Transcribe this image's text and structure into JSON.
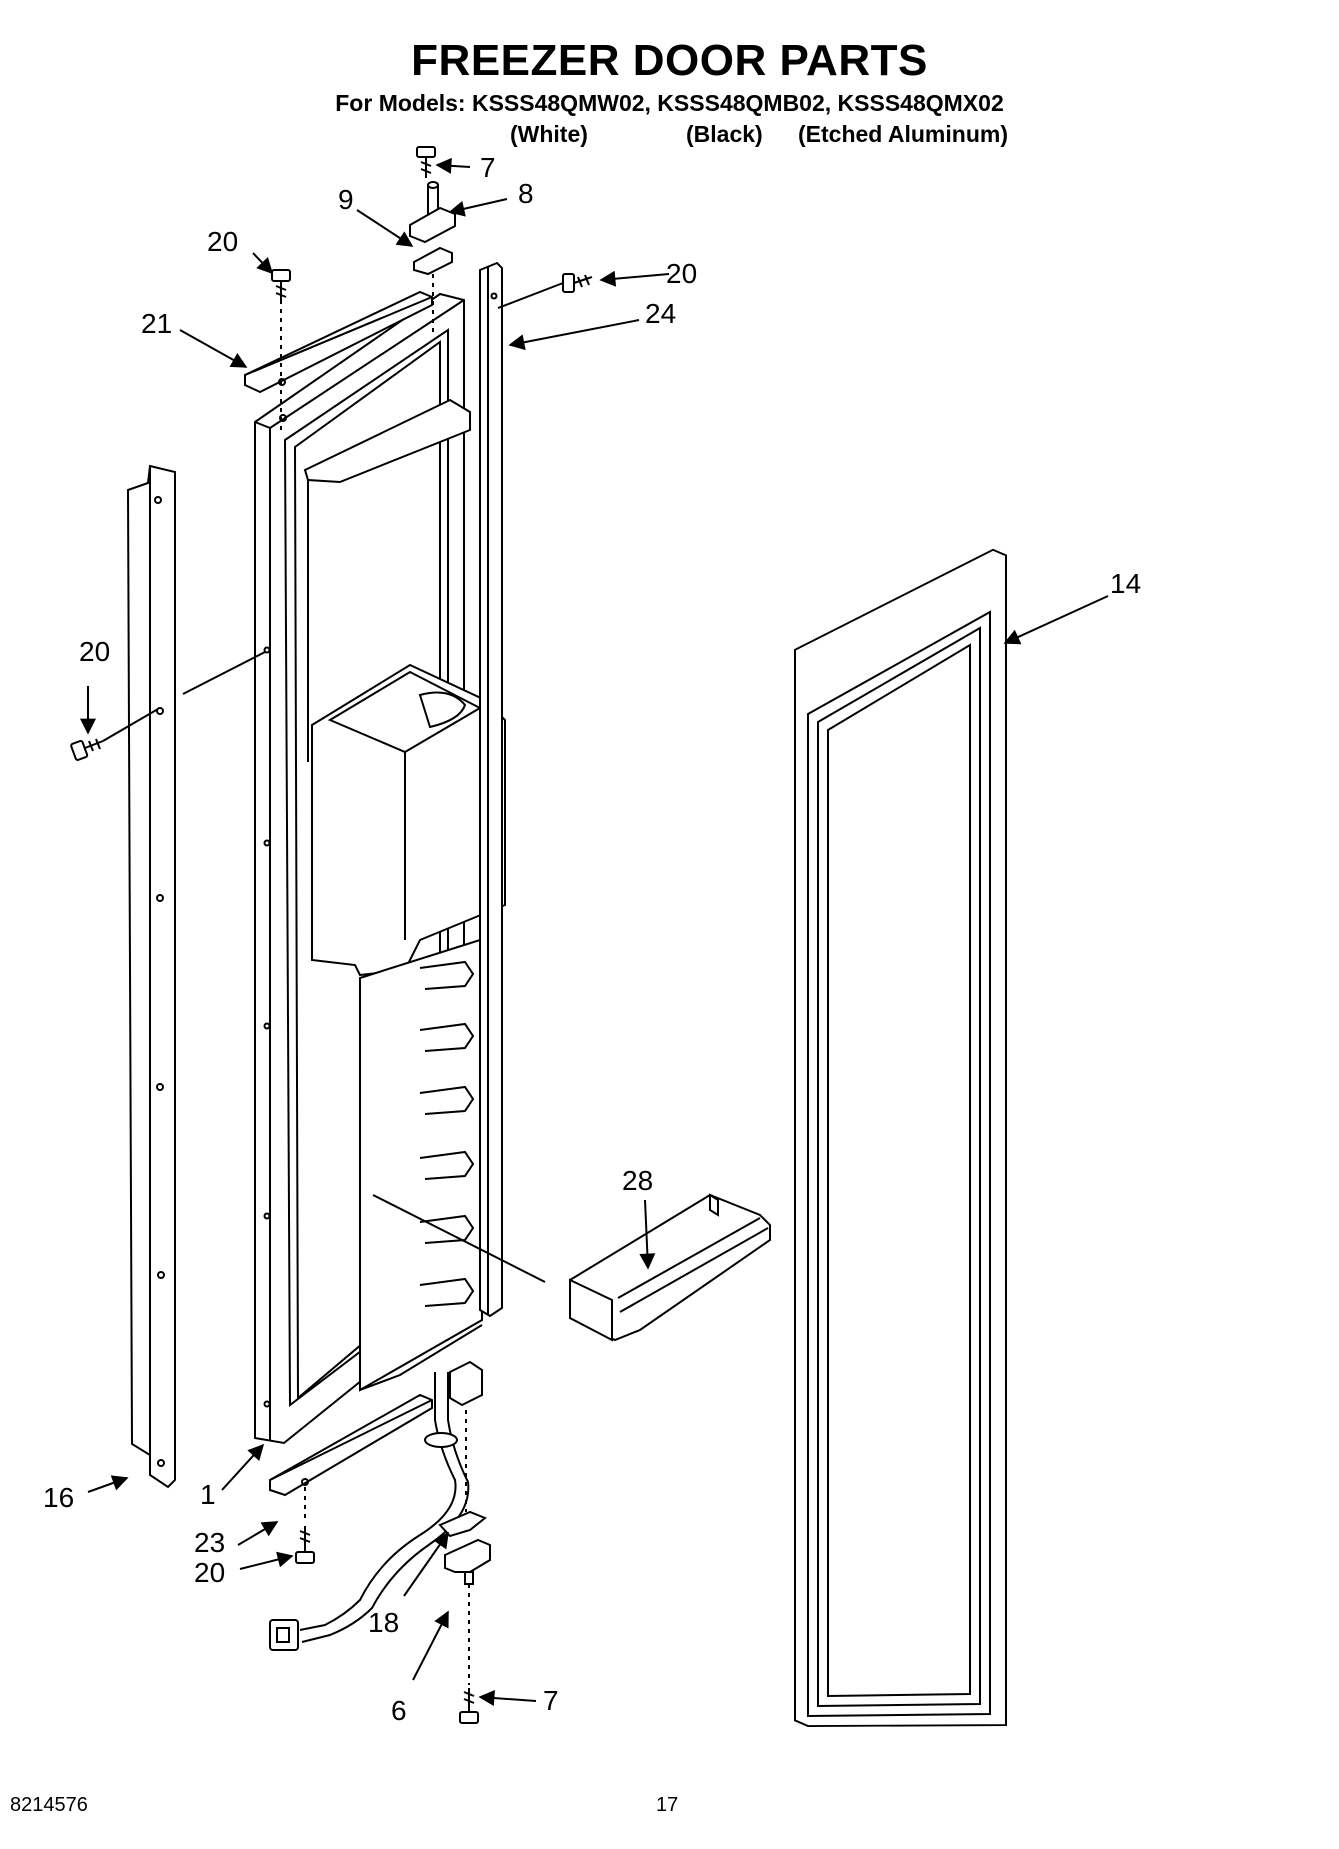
{
  "title": "FREEZER DOOR PARTS",
  "models_line": "For Models: KSSS48QMW02, KSSS48QMB02, KSSS48QMX02",
  "variants": [
    "(White)",
    "(Black)",
    "(Etched Aluminum)"
  ],
  "callouts": {
    "c7_top": "7",
    "c8": "8",
    "c9": "9",
    "c20_a": "20",
    "c20_b": "20",
    "c21": "21",
    "c24": "24",
    "c14": "14",
    "c20_c": "20",
    "c28": "28",
    "c16": "16",
    "c1": "1",
    "c23": "23",
    "c20_d": "20",
    "c18": "18",
    "c6": "6",
    "c7_bottom": "7"
  },
  "footer": {
    "doc_number": "8214576",
    "page_number": "17"
  }
}
